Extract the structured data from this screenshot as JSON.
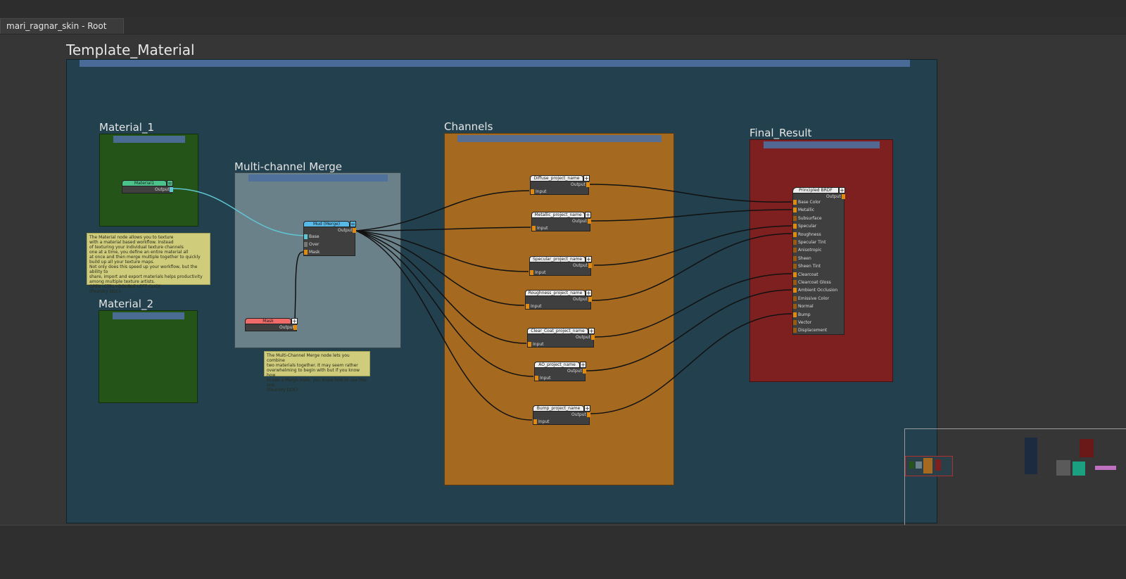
{
  "tab": {
    "label": "mari_ragnar_skin - Root"
  },
  "backdrops": {
    "template": {
      "title": "Template_Material",
      "color": "#22404d"
    },
    "material1": {
      "title": "Material_1",
      "color": "#255418"
    },
    "material2": {
      "title": "Material_2",
      "color": "#255418"
    },
    "merge": {
      "title": "Multi-channel Merge",
      "color": "#6b8189"
    },
    "channels": {
      "title": "Channels",
      "color": "#a56a20"
    },
    "final": {
      "title": "Final_Result",
      "color": "#7e2020"
    }
  },
  "nodes": {
    "material1": {
      "title": "Material1",
      "output": "Output"
    },
    "mask": {
      "title": "Mask",
      "output": "Output"
    },
    "merge": {
      "title": "Mud (Merge)",
      "output": "Output",
      "inputs": [
        "Base",
        "Over",
        "Mask"
      ]
    },
    "channels": [
      {
        "title": "Diffuse_project_name",
        "output": "Output",
        "input": "Input"
      },
      {
        "title": "Metallic_project_name",
        "output": "Output",
        "input": "Input"
      },
      {
        "title": "Specular_project_name",
        "output": "Output",
        "input": "Input"
      },
      {
        "title": "Roughness_project_name",
        "output": "Output",
        "input": "Input"
      },
      {
        "title": "Clear_Coat_project_name",
        "output": "Output",
        "input": "Input"
      },
      {
        "title": "AO_project_name",
        "output": "Output",
        "input": "Input"
      },
      {
        "title": "Bump_project_name",
        "output": "Output",
        "input": "Input"
      }
    ],
    "brdf": {
      "title": "Principled BRDF",
      "output": "Output",
      "inputs": [
        "Base Color",
        "Metallic",
        "Subsurface",
        "Specular",
        "Roughness",
        "Specular Tint",
        "Anisotropic",
        "Sheen",
        "Sheen Tint",
        "Clearcoat",
        "Clearcoat Gloss",
        "Ambient Occlusion",
        "Emissive Color",
        "Normal",
        "Bump",
        "Vector",
        "Displacement"
      ]
    }
  },
  "notes": {
    "material": "The Material node allows you to texture\nwith a material based workflow. Instead\nof texturing your individual texture channels\n one at a time, you define an entire material all\nat once and then merge multiple together to quickly\nbuild up all your texture maps.\nNot only does this speed up your workflow, but the ability to\nshare, import and export materials helps productivity\namong multiple texture artists.\nOPEN :CTRL+DOUBLE LEFT CLICK\n(Foundry DOC)",
    "merge": "The Multi-Channel Merge node lets you combine\ntwo materials together. It may seem rather\noverwhelming to begin with but if you know how\nto use a Merge node, you know how to use this one.\n(Foundry DOC)"
  },
  "colors": {
    "port": "#e08a10",
    "wire": "#111111",
    "wire_selected": "#5fc6d6",
    "material_header": "#4bc28a",
    "mask_header": "#f06a6a",
    "merge_header": "#58b8e8"
  }
}
